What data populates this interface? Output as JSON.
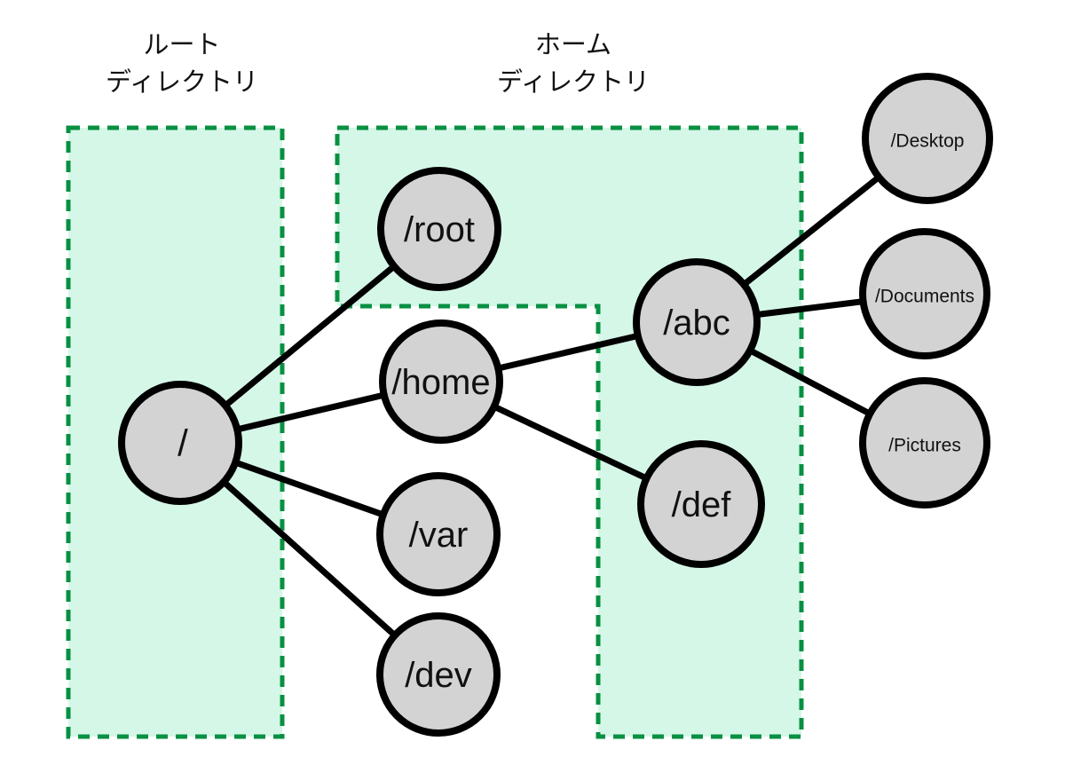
{
  "diagram": {
    "type": "tree",
    "description": "Linux filesystem hierarchy diagram with root directory and home directory regions highlighted by dashed green boxes",
    "regions": [
      {
        "id": "root-directory",
        "label_line1": "ルート",
        "label_line2": "ディレクトリ"
      },
      {
        "id": "home-directory",
        "label_line1": "ホーム",
        "label_line2": "ディレクトリ"
      }
    ],
    "labels": {
      "fs_root": "/",
      "root": "/root",
      "home": "/home",
      "var": "/var",
      "dev": "/dev",
      "abc": "/abc",
      "def": "/def",
      "desktop": "/Desktop",
      "documents": "/Documents",
      "pictures": "/Pictures"
    },
    "edges": [
      {
        "from": "/",
        "to": "/root"
      },
      {
        "from": "/",
        "to": "/home"
      },
      {
        "from": "/",
        "to": "/var"
      },
      {
        "from": "/",
        "to": "/dev"
      },
      {
        "from": "/home",
        "to": "/abc"
      },
      {
        "from": "/home",
        "to": "/def"
      },
      {
        "from": "/abc",
        "to": "/Desktop"
      },
      {
        "from": "/abc",
        "to": "/Documents"
      },
      {
        "from": "/abc",
        "to": "/Pictures"
      }
    ],
    "colors": {
      "region_fill": "#d5f7e8",
      "region_border": "#089042",
      "node_fill": "#d3d3d3",
      "node_border": "#000000",
      "edge": "#000000",
      "text": "#111111"
    }
  }
}
